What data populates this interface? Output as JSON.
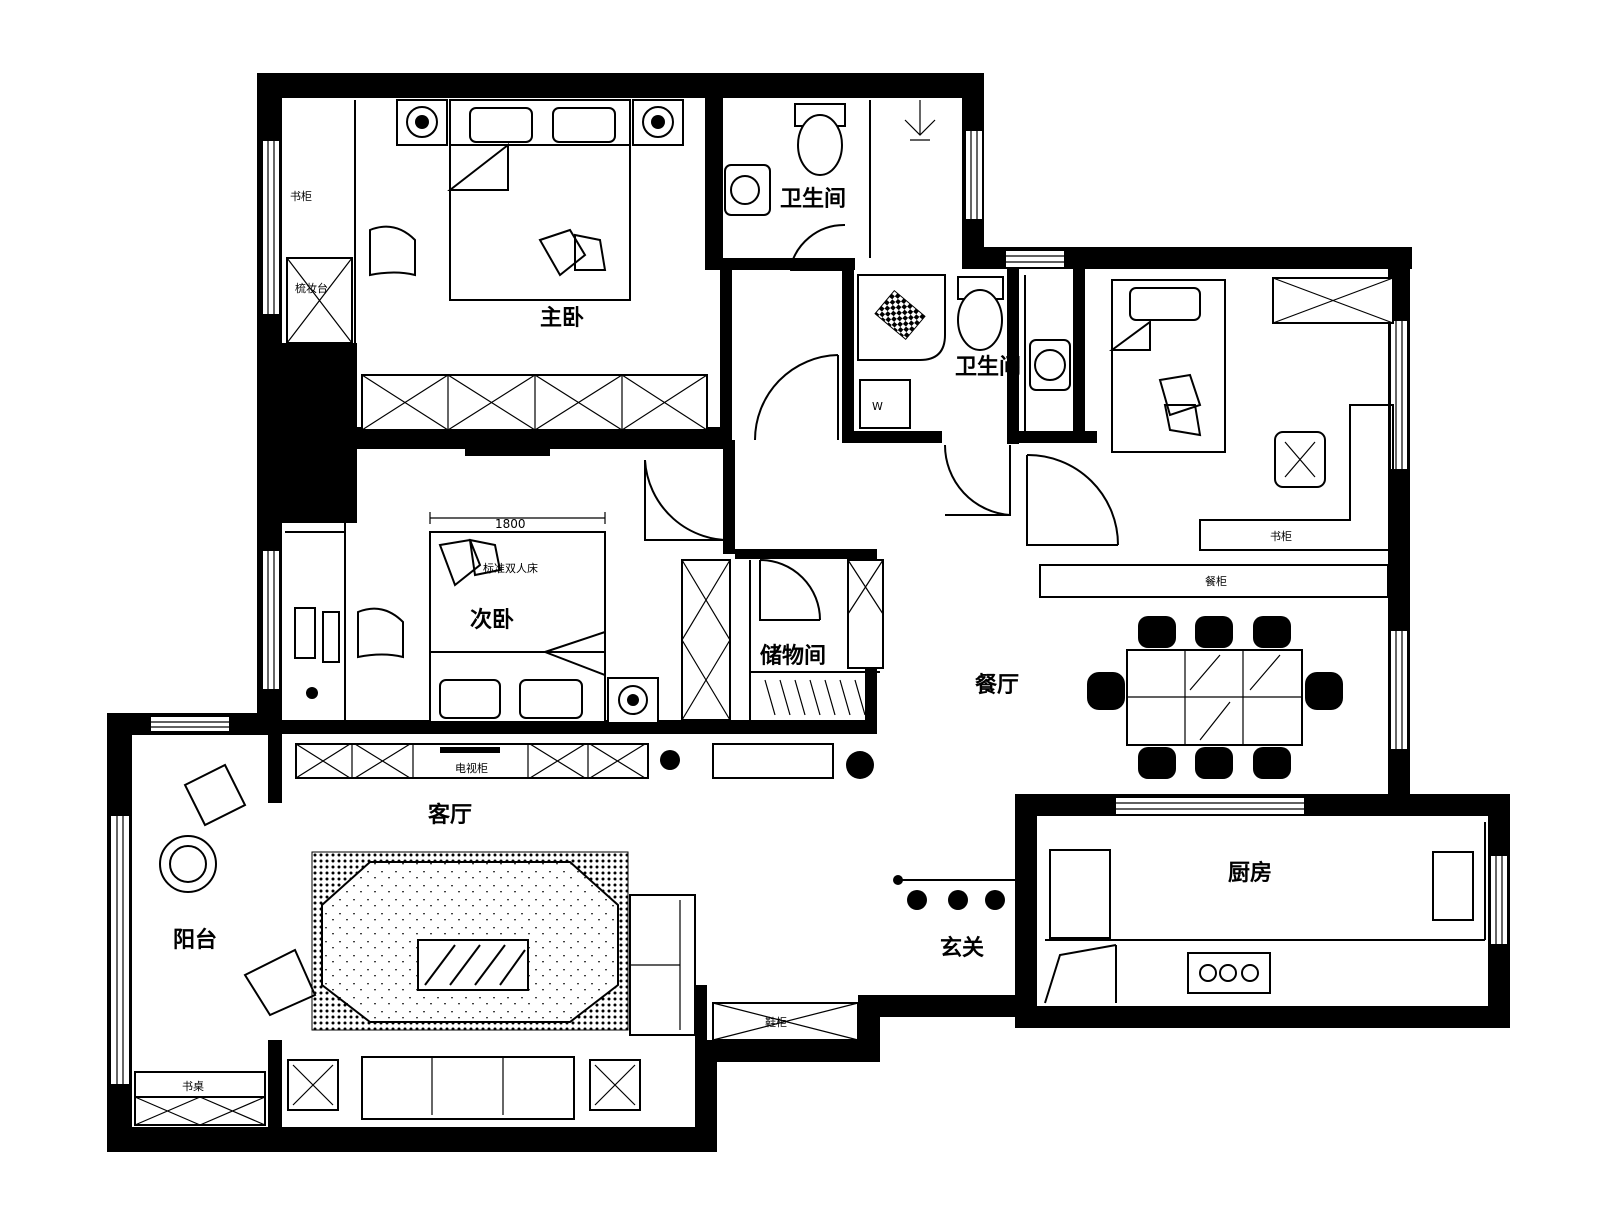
{
  "rooms": {
    "master_bedroom": "主卧",
    "bathroom_1": "卫生间",
    "bathroom_2": "卫生间",
    "second_bedroom": "次卧",
    "storage": "储物间",
    "dining": "餐厅",
    "living": "客厅",
    "balcony": "阳台",
    "kitchen": "厨房",
    "entrance": "玄关"
  },
  "labels": {
    "bed_width": "1800",
    "bed_note": "标准双人床",
    "tv_cabinet": "电视柜",
    "bookshelf": "书柜",
    "sideboard": "餐柜",
    "desk": "书桌",
    "shoe_cabinet": "鞋柜"
  },
  "colors": {
    "ink": "#000000",
    "paper": "#ffffff"
  }
}
